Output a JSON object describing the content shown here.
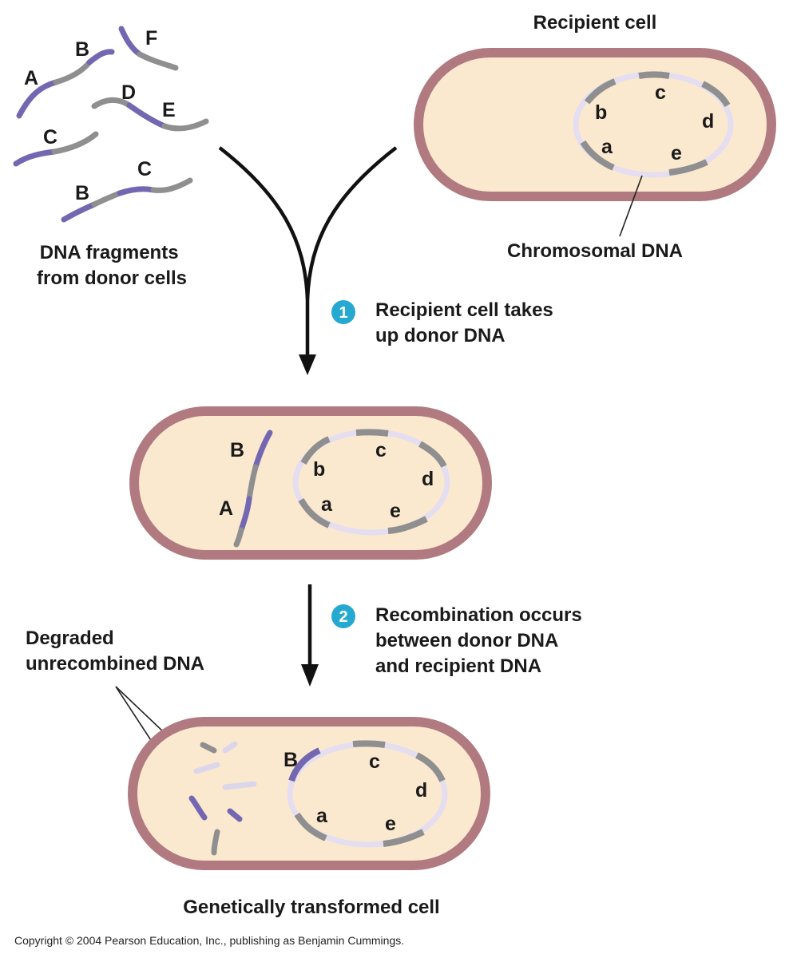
{
  "labels": {
    "recipient_cell": "Recipient cell",
    "chromosomal_dna": "Chromosomal DNA",
    "dna_fragments_line1": "DNA fragments",
    "dna_fragments_line2": "from donor cells",
    "step1_line1": "Recipient cell takes",
    "step1_line2": "up donor DNA",
    "step2_line1": "Recombination occurs",
    "step2_line2": "between donor DNA",
    "step2_line3": "and recipient DNA",
    "degraded_line1": "Degraded",
    "degraded_line2": "unrecombined DNA",
    "transformed_cell": "Genetically transformed cell",
    "copyright": "Copyright © 2004 Pearson Education, Inc., publishing as Benjamin Cummings."
  },
  "steps": {
    "one": "1",
    "two": "2"
  },
  "fragment_labels": {
    "A": "A",
    "B": "B",
    "C": "C",
    "D": "D",
    "E": "E",
    "F": "F"
  },
  "gene_labels": {
    "a": "a",
    "b": "b",
    "c": "c",
    "d": "d",
    "e": "e"
  },
  "colors": {
    "cell_fill": "#fbe9cf",
    "cell_wall": "#b07a80",
    "donor_dna": "#7467b2",
    "gene_gray": "#8f8f8f",
    "chromosome_pale": "#e4def0",
    "step_badge": "#26a9d1"
  }
}
